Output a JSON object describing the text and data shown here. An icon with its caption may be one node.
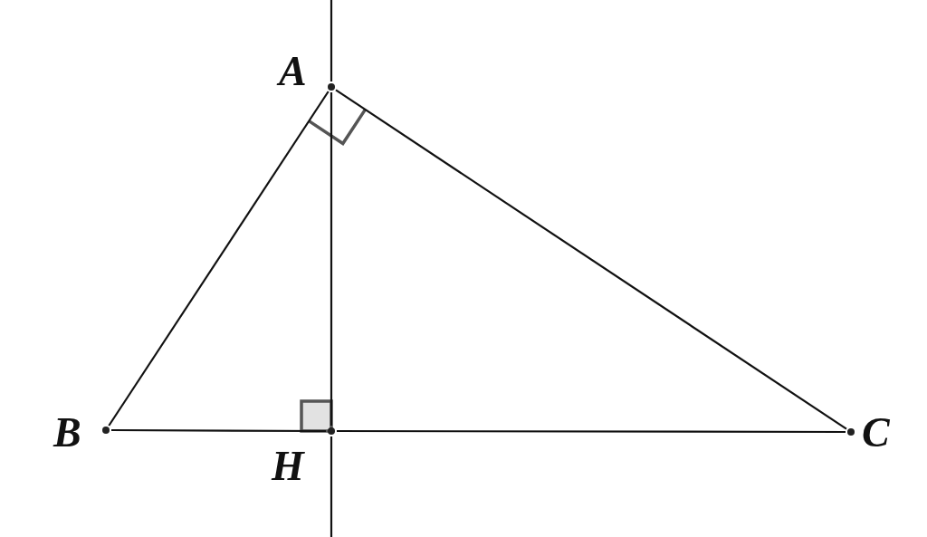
{
  "diagram": {
    "nodes": [
      {
        "text": [
          "A"
        ]
      },
      {
        "text": [
          "B"
        ]
      },
      {
        "text": [
          "C"
        ]
      },
      {
        "text": [
          "H"
        ]
      }
    ],
    "edges": [
      {
        "from": 0,
        "to": 1,
        "arrow": "none"
      },
      {
        "from": 0,
        "to": 2,
        "arrow": "none"
      },
      {
        "from": 1,
        "to": 3,
        "arrow": "none"
      },
      {
        "from": 3,
        "to": 2,
        "arrow": "none"
      },
      {
        "from": 0,
        "to": 3,
        "arrow": "none"
      },
      {
        "from": null,
        "to": 0,
        "arrow": "none"
      },
      {
        "from": 3,
        "to": null,
        "arrow": "none"
      }
    ]
  }
}
